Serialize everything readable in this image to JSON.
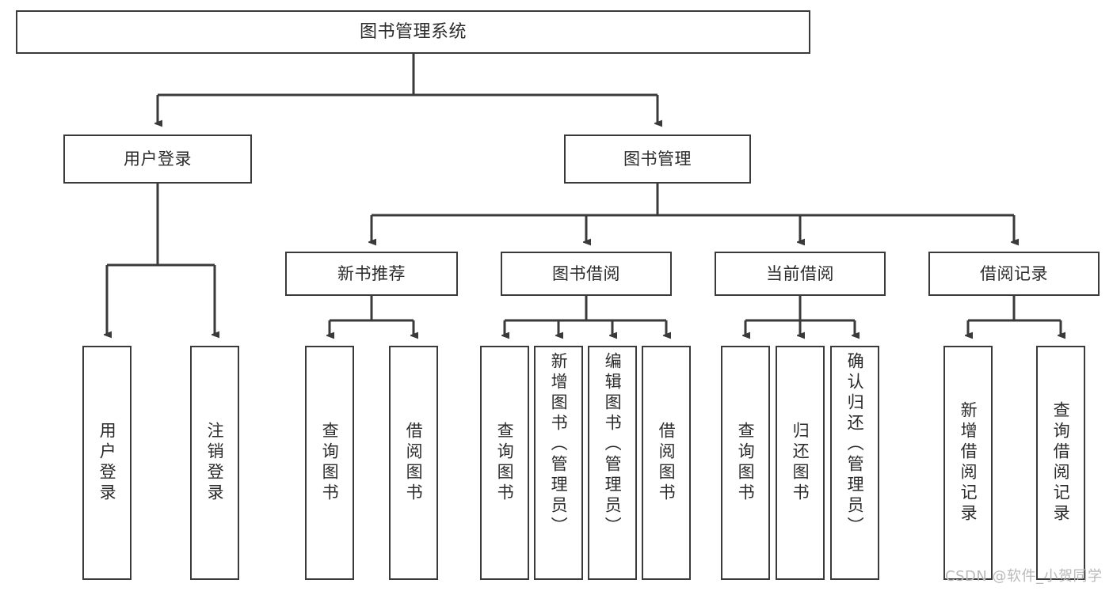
{
  "diagram": {
    "type": "hierarchy-tree",
    "title": "图书管理系统",
    "colors": {
      "node_border": "#3a3a3a",
      "node_fill": "#ffffff",
      "edge": "#3a3a3a",
      "text": "#2b2b2b",
      "watermark": "#b9b9b9",
      "background": "#ffffff"
    },
    "nodes": {
      "root": {
        "label": "图书管理系统"
      },
      "level2": [
        {
          "id": "user-login",
          "label": "用户登录"
        },
        {
          "id": "book-management",
          "label": "图书管理"
        }
      ],
      "level3": [
        {
          "id": "new-book-recommend",
          "label": "新书推荐"
        },
        {
          "id": "book-borrow",
          "label": "图书借阅"
        },
        {
          "id": "current-borrow",
          "label": "当前借阅"
        },
        {
          "id": "borrow-record",
          "label": "借阅记录"
        }
      ],
      "leaves": {
        "user-login": [
          {
            "id": "leaf-user-login",
            "label": "用户登录"
          },
          {
            "id": "leaf-logout-login",
            "label": "注销登录"
          }
        ],
        "new-book-recommend": [
          {
            "id": "leaf-query-book-1",
            "label": "查询图书"
          },
          {
            "id": "leaf-borrow-book-1",
            "label": "借阅图书"
          }
        ],
        "book-borrow": [
          {
            "id": "leaf-query-book-2",
            "label": "查询图书"
          },
          {
            "id": "leaf-add-book",
            "label": "新增图书（管理员）"
          },
          {
            "id": "leaf-edit-book",
            "label": "编辑图书（管理员）"
          },
          {
            "id": "leaf-borrow-book-2",
            "label": "借阅图书"
          }
        ],
        "current-borrow": [
          {
            "id": "leaf-query-book-3",
            "label": "查询图书"
          },
          {
            "id": "leaf-return-book",
            "label": "归还图书"
          },
          {
            "id": "leaf-confirm-return",
            "label": "确认归还（管理员）"
          }
        ],
        "borrow-record": [
          {
            "id": "leaf-add-record",
            "label": "新增借阅记录"
          },
          {
            "id": "leaf-query-record",
            "label": "查询借阅记录"
          }
        ]
      }
    },
    "watermark": "CSDN @软件_小贺同学"
  }
}
